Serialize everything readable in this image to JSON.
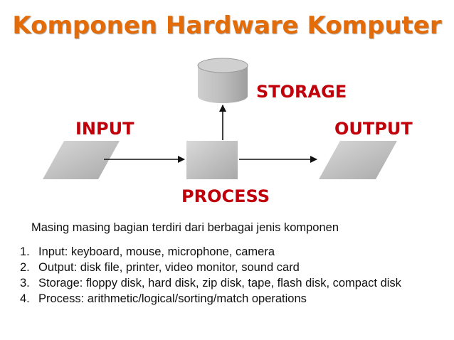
{
  "title": "Komponen Hardware Komputer",
  "diagram": {
    "nodes": {
      "input": "INPUT",
      "output": "OUTPUT",
      "process": "PROCESS",
      "storage": "STORAGE"
    },
    "colors": {
      "label": "#c0000a",
      "shape_fill": "#c0c0c0",
      "title": "#e36c09"
    }
  },
  "intro": "Masing masing  bagian terdiri dari berbagai jenis komponen",
  "list": [
    {
      "num": "1.",
      "text": "Input: keyboard, mouse, microphone, camera"
    },
    {
      "num": "2.",
      "text": "Output: disk file, printer, video monitor, sound card"
    },
    {
      "num": "3.",
      "text": "Storage: floppy disk, hard disk, zip disk, tape, flash disk, compact disk"
    },
    {
      "num": "4.",
      "text": "Process: arithmetic/logical/sorting/match operations"
    }
  ]
}
